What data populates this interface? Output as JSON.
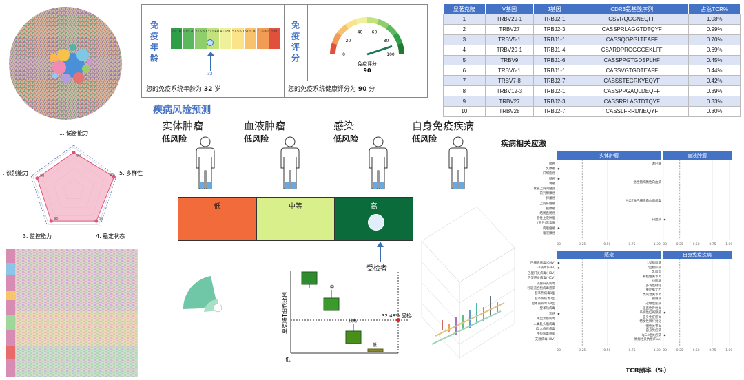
{
  "age_panel": {
    "label_age": "免疫年龄",
    "label_score": "免疫评分",
    "age_bins": [
      "1~10",
      "11~20",
      "21~30",
      "31~40",
      "41~50",
      "51~60",
      "61~70",
      "71~80",
      ">80"
    ],
    "bin_colors": [
      "#2e9e47",
      "#5cb85c",
      "#8fce6a",
      "#c2e27e",
      "#eef19a",
      "#fbe38a",
      "#f8c26d",
      "#f19b54",
      "#e0503a"
    ],
    "age_marker": "32",
    "age_text_prefix": "您的免疫系统年龄为 ",
    "age_value": "32",
    "age_text_suffix": " 岁",
    "score_text_prefix": "您的免疫系统健康评分为 ",
    "score_value": "90",
    "score_text_suffix": " 分",
    "gauge_label": "免疫评分",
    "gauge_value": 90,
    "gauge_ticks": [
      "0",
      "10",
      "20",
      "30",
      "40",
      "50",
      "60",
      "70",
      "80",
      "90",
      "100"
    ]
  },
  "tcr_table": {
    "headers": [
      "显著克隆",
      "V基因",
      "J基因",
      "CDR3氨基酸序列",
      "占总TCR%"
    ],
    "rows": [
      [
        "1",
        "TRBV29-1",
        "TRBJ2-1",
        "CSVRQGGNEQFF",
        "1.08%"
      ],
      [
        "2",
        "TRBV27",
        "TRBJ2-3",
        "CASSPRLAGGTDTQYF",
        "0.99%"
      ],
      [
        "3",
        "TRBV5-1",
        "TRBJ1-1",
        "CASSQGPGLTEAFF",
        "0.70%"
      ],
      [
        "4",
        "TRBV20-1",
        "TRBJ1-4",
        "CSARDPRGGGGEKLFF",
        "0.69%"
      ],
      [
        "5",
        "TRBV9",
        "TRBJ1-6",
        "CASSPPGTGDSPLHF",
        "0.45%"
      ],
      [
        "6",
        "TRBV6-1",
        "TRBJ1-1",
        "CASSVGTGDTEAFF",
        "0.44%"
      ],
      [
        "7",
        "TRBV7-8",
        "TRBJ2-7",
        "CASSSTEGRKYEQYF",
        "0.42%"
      ],
      [
        "8",
        "TRBV12-3",
        "TRBJ2-1",
        "CASSPPGAQLDEQFF",
        "0.39%"
      ],
      [
        "9",
        "TRBV27",
        "TRBJ2-3",
        "CASSRRLAGTDTQYF",
        "0.33%"
      ],
      [
        "10",
        "TRBV28",
        "TRBJ2-7",
        "CASSLFRRDNEQYF",
        "0.30%"
      ]
    ]
  },
  "radar": {
    "axes": [
      "1. 储备能力",
      "5. 多样性",
      "4. 稳定状态",
      "3. 监控能力",
      "2. 识别能力"
    ],
    "values": [
      88,
      99,
      90,
      90,
      90
    ],
    "value_labels": [
      "88",
      "99",
      "90",
      "90",
      "90"
    ],
    "fill": "#f4b6c9",
    "stroke": "#e0507a"
  },
  "risk": {
    "title": "疾病风险预测",
    "categories": [
      {
        "name": "实体肿瘤",
        "level": "低风险"
      },
      {
        "name": "血液肿瘤",
        "level": "低风险"
      },
      {
        "name": "感染",
        "level": "低风险"
      },
      {
        "name": "自身免疫疾病",
        "level": "低风险"
      }
    ],
    "bar": [
      {
        "label": "低",
        "color": "#f26b3a"
      },
      {
        "label": "中等",
        "color": "#d9ef8b"
      },
      {
        "label": "高",
        "color": "#0b6b3a"
      }
    ],
    "subject_label": "受检者"
  },
  "boxplot": {
    "ylabel": "单克隆T细胞比例",
    "ybottom": "低",
    "marker_pct": "32.48%",
    "marker_label": "受检者",
    "groups": [
      "",
      "中",
      "较高",
      "低"
    ]
  },
  "assoc": {
    "title": "疾病相关应激",
    "facets": [
      "实体肿瘤",
      "血液肿瘤",
      "感染",
      "自身免疫疾病"
    ],
    "xlabel": "TCR频率（%）",
    "xticks": [
      "0.00",
      "0.25",
      "0.50",
      "0.75",
      "1.00"
    ],
    "solid_items": [
      "肺癌",
      "乳腺癌",
      "肝细胞癌",
      "肠癌",
      "胃癌",
      "食管上皮内瘤变",
      "前列腺腺癌",
      "卵巢癌",
      "上皮肝癌癌",
      "胰腺癌",
      "结肠直肠癌",
      "恶性上皮肿瘤",
      "(恶性)黑素瘤",
      "肉瘤瘤癌",
      "唾液腺癌"
    ],
    "blood_items": [
      "淋巴瘤",
      "急性髓细胞性白血病",
      "人类T淋巴细胞白血病病毒",
      "白血病"
    ],
    "infect_items": [
      "巨细胞病毒(CMV)",
      "EB病毒(EBV)",
      "乙型肝炎病毒(HBV)",
      "丙型肝炎病毒(HCV)",
      "流感肝炎病毒",
      "呼吸道合胞病毒感染",
      "登革热病毒1型",
      "登革热病毒2型",
      "登革热病毒3/4型",
      "登革热病毒",
      "流感",
      "甲型流感病毒",
      "人类乳头瘤病毒",
      "I型人疱疹病毒",
      "牛痘病毒感染",
      "艾滋病毒(HIV)"
    ],
    "auto_items": [
      "1型糖尿病",
      "2型糖尿病",
      "乳糜泻",
      "脊柱性关节炎",
      "心肌病",
      "多发性硬化",
      "重症肌无力",
      "类风湿关节炎",
      "银屑病",
      "过敏性疾病",
      "强直性脊柱炎",
      "系统性红斑狼疮",
      "自身免疫肝炎",
      "特发性肺纤维化",
      "慢性关节炎",
      "自身免疫病",
      "IgG4相关疾病",
      "肿瘤相关抗原(TAA)"
    ]
  }
}
